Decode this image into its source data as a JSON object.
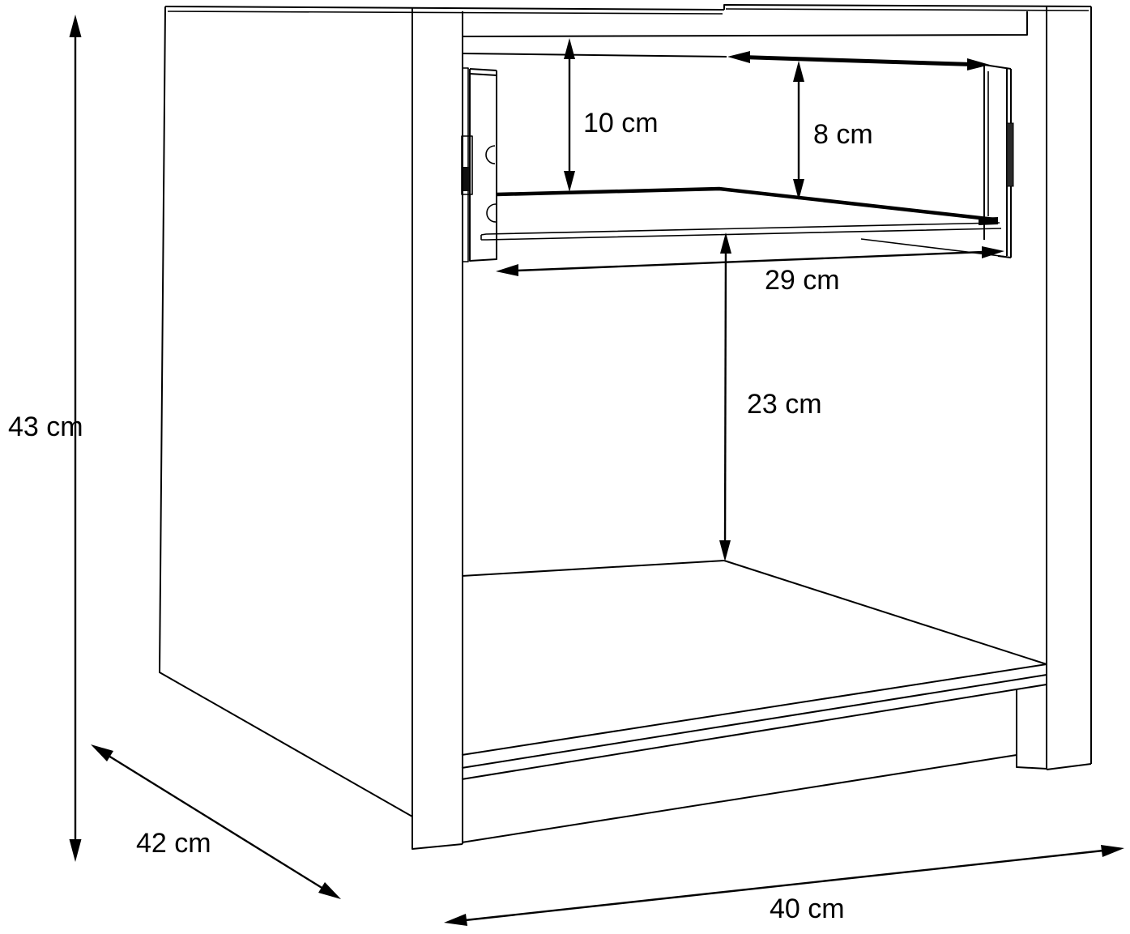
{
  "diagram": {
    "title": "Nightstand dimension drawing",
    "kind": "furniture technical line drawing",
    "unit": "cm",
    "colors": {
      "background": "#ffffff",
      "line": "#000000"
    },
    "dimensions": {
      "overall_height": {
        "label": "43 cm",
        "value": 43,
        "unit": "cm",
        "placement": "vertical arrow, far left"
      },
      "overall_depth": {
        "label": "42 cm",
        "value": 42,
        "unit": "cm",
        "placement": "diagonal arrow, bottom left"
      },
      "overall_width": {
        "label": "40 cm",
        "value": 40,
        "unit": "cm",
        "placement": "diagonal arrow, bottom front"
      },
      "drawer_opening_height": {
        "label": "10 cm",
        "value": 10,
        "unit": "cm",
        "placement": "vertical arrow inside drawer opening, left"
      },
      "drawer_inner_height": {
        "label": "8 cm",
        "value": 8,
        "unit": "cm",
        "placement": "vertical arrow inside drawer box"
      },
      "drawer_inner_width": {
        "label": "29 cm",
        "value": 29,
        "unit": "cm",
        "placement": "horizontal arrow across drawer bottom"
      },
      "compartment_height": {
        "label": "23 cm",
        "value": 23,
        "unit": "cm",
        "placement": "vertical arrow in open compartment"
      }
    }
  }
}
